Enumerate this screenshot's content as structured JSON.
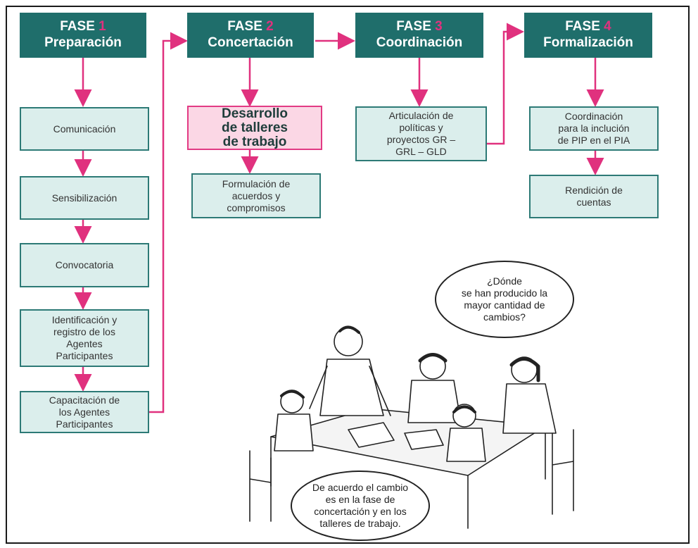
{
  "phases": [
    {
      "label": "FASE",
      "number": "1",
      "name": "Preparación"
    },
    {
      "label": "FASE",
      "number": "2",
      "name": "Concertación"
    },
    {
      "label": "FASE",
      "number": "3",
      "name": "Coordinación"
    },
    {
      "label": "FASE",
      "number": "4",
      "name": "Formalización"
    }
  ],
  "phase1_steps": [
    "Comunicación",
    "Sensibilización",
    "Convocatoria",
    "Identificación y\nregistro de los\nAgentes\nParticipantes",
    "Capacitación de\nlos Agentes\nParticipantes"
  ],
  "phase2_steps": [
    "Desarrollo\nde talleres\nde trabajo",
    "Formulación de\nacuerdos y\ncompromisos"
  ],
  "phase3_steps": [
    "Articulación de\npolíticas y\nproyectos GR  –\nGRL – GLD"
  ],
  "phase4_steps": [
    "Coordinación\npara la inclución\nde PIP  en el PIA",
    "Rendición de\ncuentas"
  ],
  "bubbles": {
    "question": "¿Dónde\nse han producido la\nmayor cantidad de\ncambios?",
    "answer": "De acuerdo el cambio\nes en la fase de\nconcertación y en los\ntalleres de trabajo."
  },
  "colors": {
    "phase_bg": "#1f6e6b",
    "accent": "#e0317e",
    "box_bg": "#dbeeec",
    "highlight_bg": "#fbd7e5"
  }
}
